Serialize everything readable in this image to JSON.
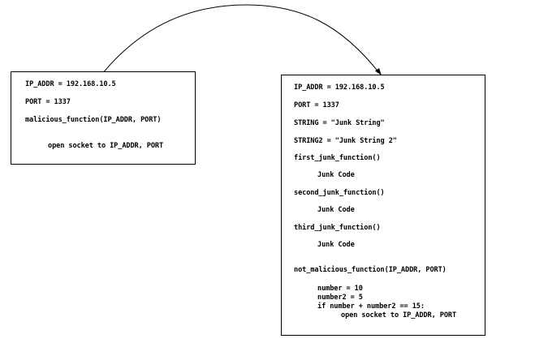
{
  "left_box": {
    "lines": [
      "IP_ADDR = 192.168.10.5",
      "PORT = 1337",
      "malicious_function(IP_ADDR, PORT)",
      "open socket to IP_ADDR, PORT"
    ]
  },
  "right_box": {
    "lines": [
      "IP_ADDR = 192.168.10.5",
      "PORT = 1337",
      "STRING = \"Junk String\"",
      "STRING2 = \"Junk String 2\"",
      "first_junk_function()",
      "Junk Code",
      "second_junk_function()",
      "Junk Code",
      "third_junk_function()",
      "Junk Code",
      "not_malicious_function(IP_ADDR, PORT)",
      "number = 10",
      "number2 = 5",
      "if number + number2 == 15:",
      "open socket to IP_ADDR, PORT"
    ]
  },
  "connector": {
    "color": "#000000",
    "direction": "left-box-to-right-box"
  }
}
